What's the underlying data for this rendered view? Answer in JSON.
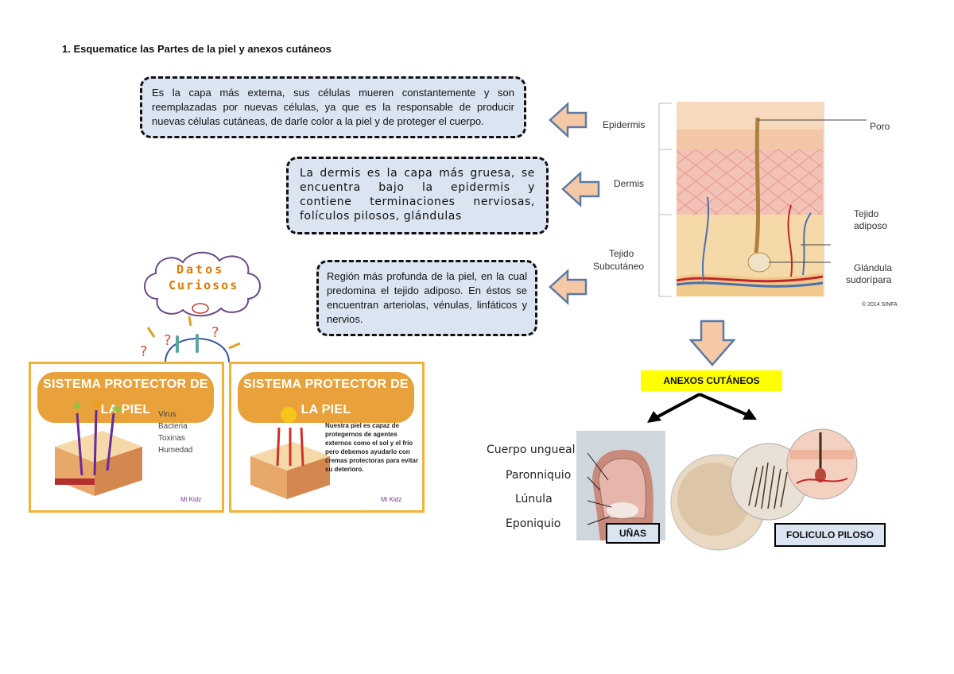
{
  "heading": "1.   Esquematice las Partes de la piel y anexos cutáneos",
  "boxes": {
    "epidermis_text": "Es la capa más externa, sus células mueren constantemente y son reemplazadas por nuevas células, ya que es la responsable de producir nuevas células cutáneas, de darle color a la piel y de proteger el cuerpo.",
    "dermis_text": "La dermis es la capa más gruesa, se encuentra bajo la epidermis y contiene terminaciones nerviosas, folículos pilosos, glándulas",
    "subcutaneo_text": "Región más profunda de la piel, en la cual predomina el tejido adiposo. En éstos se encuentran arteriolas, vénulas, linfáticos y nervios."
  },
  "skin_labels": {
    "epidermis": "Epidermis",
    "dermis": "Dermis",
    "tejido_sub_1": "Tejido",
    "tejido_sub_2": "Subcutáneo",
    "poro": "Poro",
    "adiposo_1": "Tejido",
    "adiposo_2": "adiposo",
    "glandula_1": "Glándula",
    "glandula_2": "sudorípara",
    "copyright": "© 2014 SINFA"
  },
  "anexos_title": "ANEXOS CUTÁNEOS",
  "nail_labels": [
    "Cuerpo ungueal",
    "Paronniquio",
    "Lúnula",
    "Eponiquio"
  ],
  "unas_tag": "UÑAS",
  "foliculo_tag": "FOLICULO PILOSO",
  "datos_1": "Datos",
  "datos_2": "Curiosos",
  "panels": {
    "title": "SISTEMA PROTECTOR DE LA PIEL",
    "legend": [
      "Virus",
      "Bacteria",
      "Toxinas",
      "Humedad"
    ],
    "text": "Nuestra piel es capaz de protegernos de agentes externos como el sol y el frío pero debemos ayudarlo con cremas protectoras para evitar su deterioro.",
    "brand": "Mi Kidz"
  },
  "colors": {
    "box_fill": "#dbe5f1",
    "arrow_fill": "#f6c9a6",
    "arrow_stroke": "#5a7aa8",
    "panel_border": "#f2b233",
    "tag_yellow": "#ffff00"
  }
}
